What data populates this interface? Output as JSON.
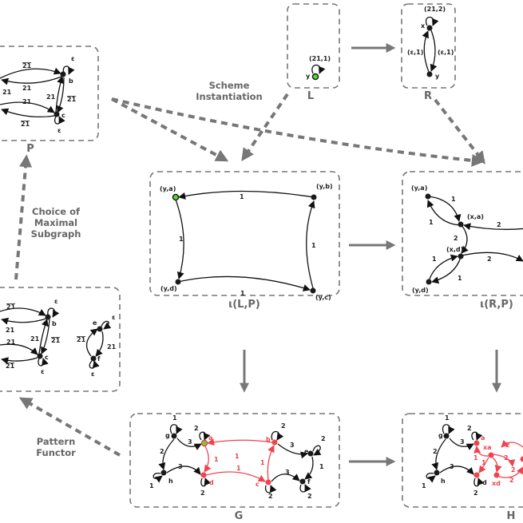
{
  "captions": {
    "P": "P",
    "L": "L",
    "R": "R",
    "iLP": "ι(L,P)",
    "iRP": "ι(R,P)",
    "G": "G",
    "H": "H"
  },
  "annotations": {
    "scheme": [
      "Scheme",
      "Instantiation"
    ],
    "choice": [
      "Choice of",
      "Maximal",
      "Subgraph"
    ],
    "pattern": [
      "Pattern",
      "Functor"
    ]
  },
  "colors": {
    "match": "#f0434e",
    "highlight": "#55dd33",
    "frame": "#777777"
  },
  "P": {
    "nodes": [
      "b",
      "c"
    ],
    "labels": [
      "21",
      "21",
      "21",
      "21",
      "21",
      "21",
      "21",
      "21",
      "ε",
      "ε"
    ]
  },
  "sub": {
    "nodes": [
      "b",
      "c",
      "e",
      "f"
    ],
    "labels": [
      "21",
      "21",
      "21",
      "21",
      "21",
      "21",
      "ε",
      "ε",
      "21",
      "21",
      "ε",
      "ε"
    ]
  },
  "L": {
    "nodes": [
      "y"
    ],
    "labels": [
      "(21,1)"
    ]
  },
  "R": {
    "nodes": [
      "x",
      "y"
    ],
    "labels": [
      "(21,2)",
      "(ε,1)",
      "(ε,1)"
    ]
  },
  "iLP": {
    "nodes": [
      "(y,a)",
      "(y,b)",
      "(y,d)",
      "(y,c)"
    ],
    "labels": [
      "1",
      "1",
      "1",
      "1"
    ]
  },
  "iRP": {
    "nodes": [
      "(y,a)",
      "(x,a)",
      "(x,d)",
      "(y,d)"
    ],
    "labels": [
      "1",
      "1",
      "2",
      "1",
      "1",
      "2",
      "2"
    ]
  },
  "G": {
    "nodes": [
      "g",
      "a",
      "b",
      "e",
      "h",
      "d",
      "c",
      "f"
    ],
    "labels": [
      "1",
      "2",
      "3",
      "2",
      "3",
      "1",
      "2",
      "2",
      "1",
      "1",
      "1",
      "1",
      "2",
      "3",
      "2",
      "1",
      "3",
      "2",
      "2"
    ]
  },
  "H": {
    "nodes": [
      "g",
      "a",
      "h",
      "d",
      "xa",
      "xd"
    ],
    "labels": [
      "1",
      "2",
      "3",
      "2",
      "3",
      "1",
      "2",
      "1",
      "1",
      "2",
      "2",
      "2",
      "2"
    ]
  }
}
